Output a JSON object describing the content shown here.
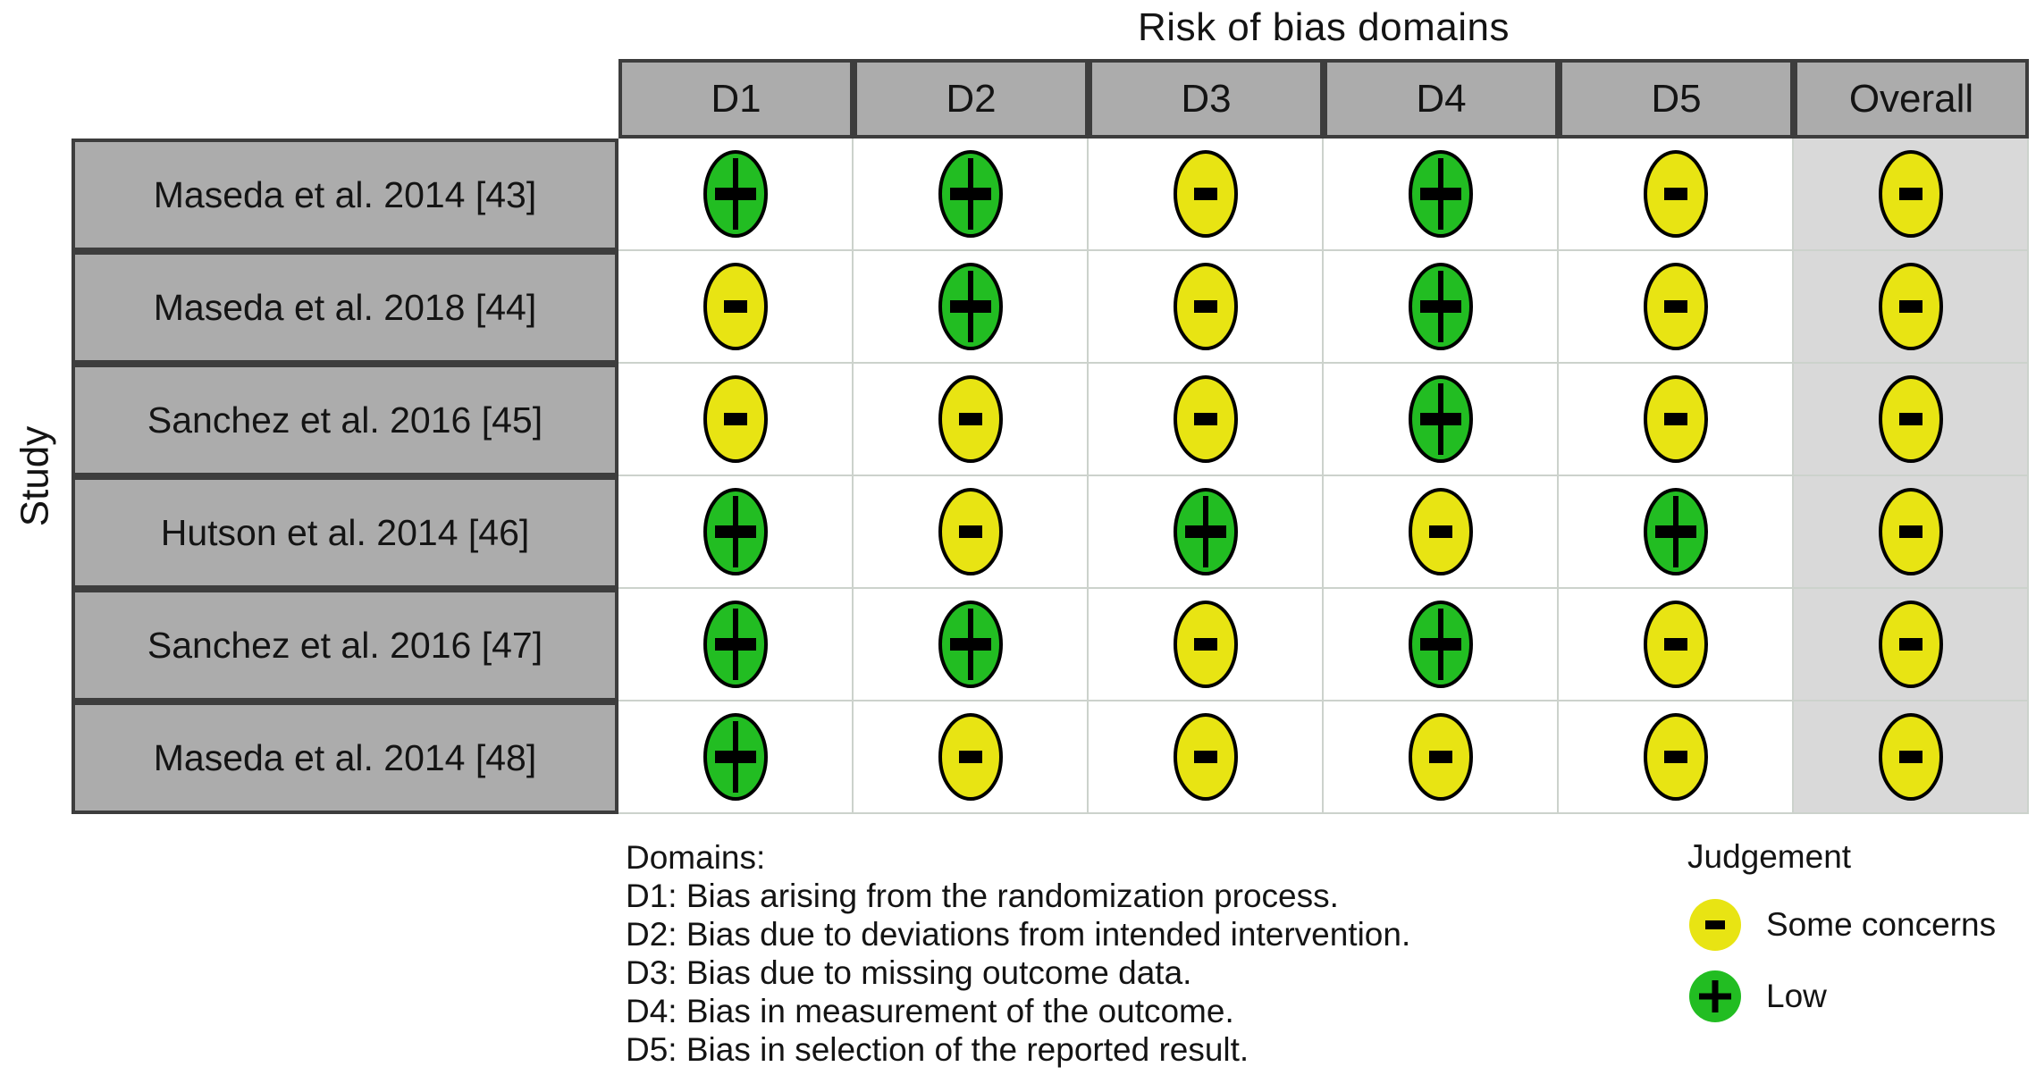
{
  "figure": {
    "title": "Risk of bias domains",
    "y_axis_label": "Study"
  },
  "judgements": {
    "low": {
      "label": "Low",
      "symbol": "+",
      "color": "#22bd22"
    },
    "some_concerns": {
      "label": "Some concerns",
      "symbol": "-",
      "color": "#e8e413"
    }
  },
  "table": {
    "columns": [
      "D1",
      "D2",
      "D3",
      "D4",
      "D5",
      "Overall"
    ],
    "rows": [
      {
        "study": "Maseda et al. 2014 [43]",
        "judgements": [
          "low",
          "low",
          "some_concerns",
          "low",
          "some_concerns",
          "some_concerns"
        ]
      },
      {
        "study": "Maseda et al. 2018 [44]",
        "judgements": [
          "some_concerns",
          "low",
          "some_concerns",
          "low",
          "some_concerns",
          "some_concerns"
        ]
      },
      {
        "study": "Sanchez et al. 2016 [45]",
        "judgements": [
          "some_concerns",
          "some_concerns",
          "some_concerns",
          "low",
          "some_concerns",
          "some_concerns"
        ]
      },
      {
        "study": "Hutson et al. 2014 [46]",
        "judgements": [
          "low",
          "some_concerns",
          "low",
          "some_concerns",
          "low",
          "some_concerns"
        ]
      },
      {
        "study": "Sanchez et al. 2016 [47]",
        "judgements": [
          "low",
          "low",
          "some_concerns",
          "low",
          "some_concerns",
          "some_concerns"
        ]
      },
      {
        "study": "Maseda et al. 2014 [48]",
        "judgements": [
          "low",
          "some_concerns",
          "some_concerns",
          "some_concerns",
          "some_concerns",
          "some_concerns"
        ]
      }
    ]
  },
  "footnotes": {
    "heading": "Domains:",
    "items": [
      "D1: Bias arising from the randomization process.",
      "D2: Bias due to deviations from intended intervention.",
      "D3: Bias due to missing outcome data.",
      "D4: Bias in measurement of the outcome.",
      "D5: Bias in selection of the reported result."
    ]
  },
  "legend": {
    "title": "Judgement",
    "items": [
      {
        "judgement": "some_concerns",
        "label": "Some concerns"
      },
      {
        "judgement": "low",
        "label": "Low"
      }
    ]
  },
  "colors": {
    "low_green": "#22bd22",
    "some_concerns_yellow": "#e8e413",
    "header_gray": "#acacac",
    "overall_column_gray": "#d9d9d9",
    "dark_border": "#3d3d3d",
    "light_cell_border": "#ccd2cc",
    "circle_outline": "#000000",
    "text": "#141414"
  },
  "chart_data": {
    "type": "table",
    "title": "Risk of bias domains",
    "ylabel": "Study",
    "columns": [
      "D1",
      "D2",
      "D3",
      "D4",
      "D5",
      "Overall"
    ],
    "rows": [
      "Maseda et al. 2014 [43]",
      "Maseda et al. 2018 [44]",
      "Sanchez et al. 2016 [45]",
      "Hutson et al. 2014 [46]",
      "Sanchez et al. 2016 [47]",
      "Maseda et al. 2014 [48]"
    ],
    "values": [
      [
        "Low",
        "Low",
        "Some concerns",
        "Low",
        "Some concerns",
        "Some concerns"
      ],
      [
        "Some concerns",
        "Low",
        "Some concerns",
        "Low",
        "Some concerns",
        "Some concerns"
      ],
      [
        "Some concerns",
        "Some concerns",
        "Some concerns",
        "Low",
        "Some concerns",
        "Some concerns"
      ],
      [
        "Low",
        "Some concerns",
        "Low",
        "Some concerns",
        "Low",
        "Some concerns"
      ],
      [
        "Low",
        "Low",
        "Some concerns",
        "Low",
        "Some concerns",
        "Some concerns"
      ],
      [
        "Low",
        "Some concerns",
        "Some concerns",
        "Some concerns",
        "Some concerns",
        "Some concerns"
      ]
    ],
    "legend": {
      "Some concerns": "-",
      "Low": "+"
    },
    "legend_position": "bottom-right",
    "notes": [
      "D1: Bias arising from the randomization process.",
      "D2: Bias due to deviations from intended intervention.",
      "D3: Bias due to missing outcome data.",
      "D4: Bias in measurement of the outcome.",
      "D5: Bias in selection of the reported result."
    ]
  }
}
